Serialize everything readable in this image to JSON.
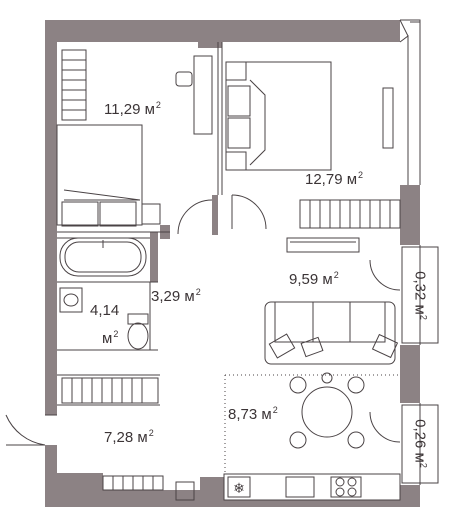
{
  "plan": {
    "unit": "м",
    "unit_power": "2",
    "wall_color": "#8c8284",
    "line_color": "#4a4345",
    "rooms": [
      {
        "id": "bedroom-left",
        "area": "11,29"
      },
      {
        "id": "bedroom-right",
        "area": "12,79"
      },
      {
        "id": "hall",
        "area": "9,59"
      },
      {
        "id": "corridor",
        "area": "3,29"
      },
      {
        "id": "bathroom",
        "area_line1": "4,14",
        "area_line2": "м"
      },
      {
        "id": "entrance",
        "area": "7,28"
      },
      {
        "id": "kitchen",
        "area": "8,73"
      },
      {
        "id": "balcony-top",
        "area": "0,32"
      },
      {
        "id": "balcony-bottom",
        "area": "0,26"
      }
    ]
  }
}
